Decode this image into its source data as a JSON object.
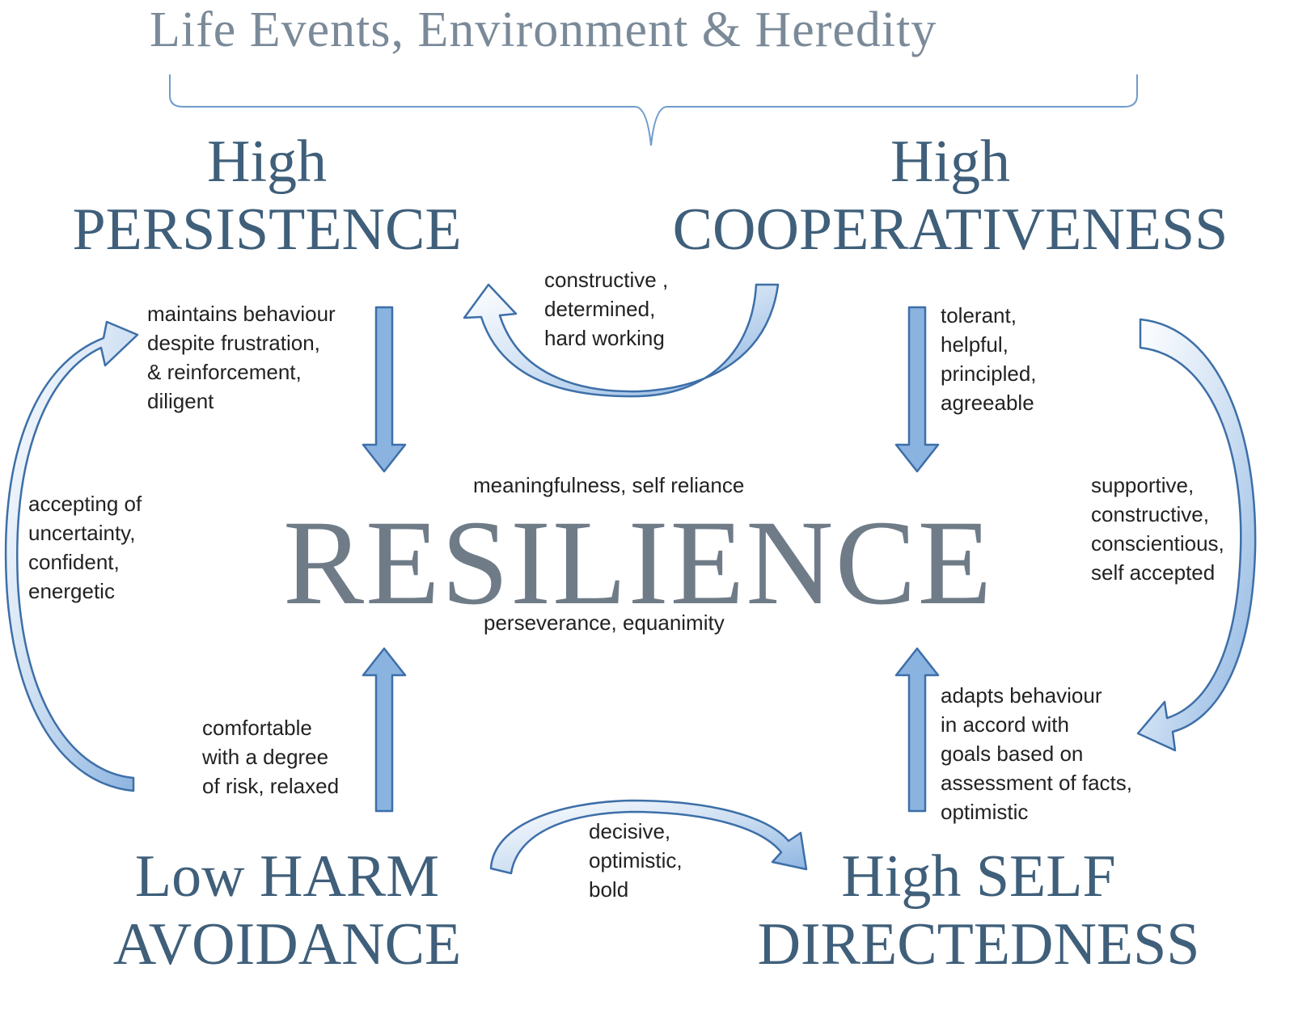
{
  "header": "Life Events, Environment & Heredity",
  "traits": {
    "persistence": [
      "High",
      "PERSISTENCE"
    ],
    "cooperativeness": [
      "High",
      "COOPERATIVENESS"
    ],
    "harm_avoidance": [
      "Low HARM",
      "AVOIDANCE"
    ],
    "self_directedness": [
      "High SELF",
      "DIRECTEDNESS"
    ]
  },
  "center": {
    "title": "RESILIENCE",
    "above": "meaningfulness, self reliance",
    "below": "perseverance, equanimity"
  },
  "descriptors": {
    "persistence_to_resilience": [
      "maintains behaviour",
      "despite frustration,",
      "& reinforcement,",
      "diligent"
    ],
    "cooperativeness_to_persistence": [
      "constructive ,",
      "determined,",
      "hard working"
    ],
    "cooperativeness_to_resilience": [
      "tolerant,",
      "helpful,",
      "principled,",
      "agreeable"
    ],
    "cooperativeness_to_self_directedness": [
      "supportive,",
      "constructive,",
      "conscientious,",
      "self accepted"
    ],
    "harm_avoidance_to_persistence": [
      "accepting of",
      "uncertainty,",
      "confident,",
      "energetic"
    ],
    "harm_avoidance_to_resilience": [
      "comfortable",
      "with a degree",
      "of risk, relaxed"
    ],
    "self_directedness_to_resilience": [
      "adapts behaviour",
      "in accord with",
      "goals based on",
      "assessment of facts,",
      "optimistic"
    ],
    "harm_avoidance_to_self_directedness": [
      "decisive,",
      "optimistic,",
      "bold"
    ]
  },
  "colors": {
    "arrow_fill": "#8ab3e0",
    "arrow_stroke": "#3d6fa8",
    "trait_text": "#3f5f7a",
    "center_text": "#6f7c88"
  }
}
